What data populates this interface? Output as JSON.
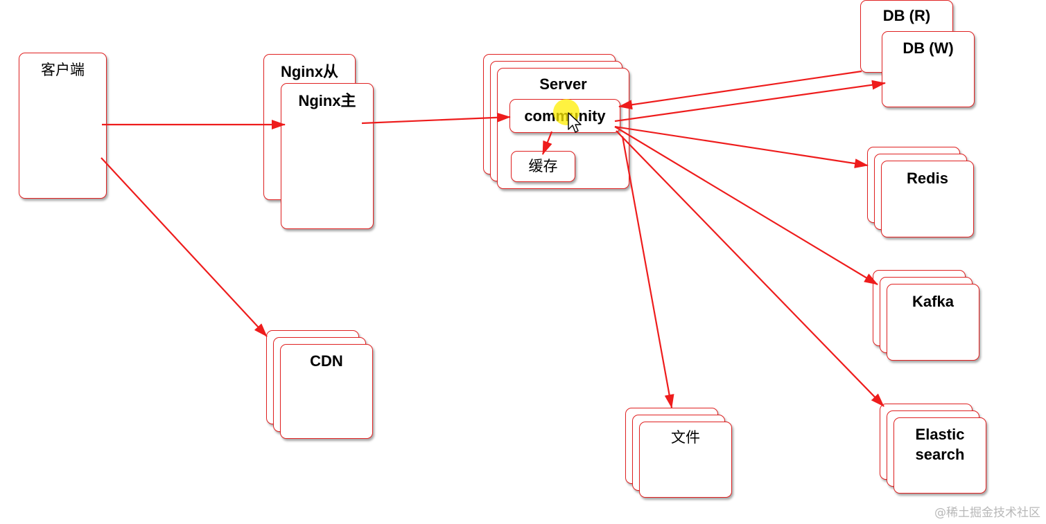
{
  "nodes": {
    "client": "客户端",
    "nginx_slave": "Nginx从",
    "nginx_master": "Nginx主",
    "server": "Server",
    "community": "community",
    "cache": "缓存",
    "db_read": "DB (R)",
    "db_write": "DB (W)",
    "redis": "Redis",
    "kafka": "Kafka",
    "elasticsearch": "Elastic\nsearch",
    "files": "文件",
    "cdn": "CDN"
  },
  "watermark": "@稀土掘金技术社区",
  "colors": {
    "stroke": "#e02020",
    "arrow": "#ee1c1c",
    "cursor_highlight": "#ffee00"
  }
}
